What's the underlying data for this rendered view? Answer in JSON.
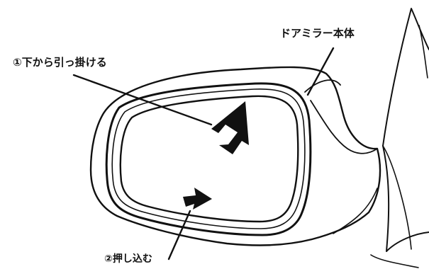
{
  "labels": {
    "mirror_body": "ドアミラー本体",
    "step1": "①下から引っ掛ける",
    "step2": "②押し込む"
  },
  "colors": {
    "line": "#111111",
    "background": "#ffffff"
  },
  "arrows": [
    "arrow-up-right",
    "arrow-right"
  ]
}
